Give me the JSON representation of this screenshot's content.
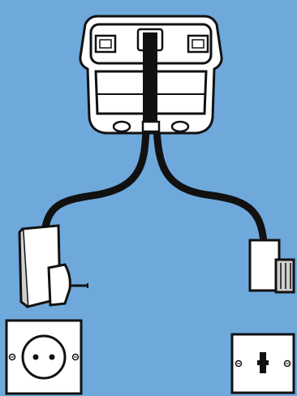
{
  "diagram": {
    "background_color": "#6fa9dc",
    "line_color": "#111111",
    "fill_color": "#ffffff",
    "shade_color": "#d0d0d0",
    "components": [
      {
        "id": "base-station",
        "icon": "phone-base-station-icon"
      },
      {
        "id": "power-adapter",
        "icon": "power-plug-adapter-icon"
      },
      {
        "id": "phone-line-plug",
        "icon": "telephone-line-plug-icon"
      },
      {
        "id": "power-socket",
        "icon": "wall-power-socket-icon"
      },
      {
        "id": "phone-socket",
        "icon": "wall-telephone-socket-icon"
      }
    ]
  }
}
